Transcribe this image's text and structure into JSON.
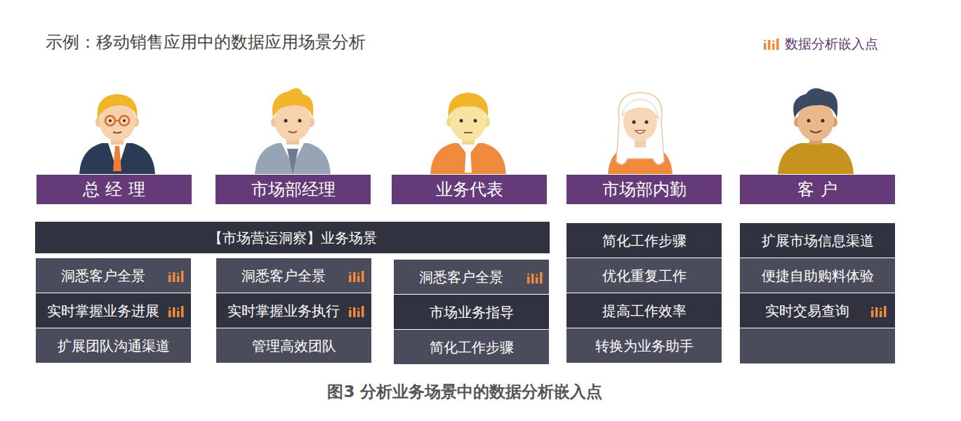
{
  "diagram": {
    "title": "示例：移动销售应用中的数据应用场景分析",
    "caption": "图3 分析业务场景中的数据分析嵌入点",
    "nodes": [
      {
        "text": [
          "总经理"
        ]
      },
      {
        "text": [
          "市场部经理"
        ]
      },
      {
        "text": [
          "业务代表"
        ]
      },
      {
        "text": [
          "市场部内勤"
        ]
      },
      {
        "text": [
          "客户"
        ]
      },
      {
        "text": [
          "【市场营运洞察】业务场景"
        ]
      },
      {
        "text": [
          "简化工作步骤"
        ]
      },
      {
        "text": [
          "扩展市场信息渠道"
        ]
      },
      {
        "text": [
          "洞悉客户全景"
        ]
      },
      {
        "text": [
          "洞悉客户全景"
        ]
      },
      {
        "text": [
          "洞悉客户全景"
        ]
      },
      {
        "text": [
          "优化重复工作"
        ]
      },
      {
        "text": [
          "便捷自助购料体验"
        ]
      },
      {
        "text": [
          "实时掌握业务进展"
        ]
      },
      {
        "text": [
          "实时掌握业务执行"
        ]
      },
      {
        "text": [
          "市场业务指导"
        ]
      },
      {
        "text": [
          "提高工作效率"
        ]
      },
      {
        "text": [
          "实时交易查询"
        ]
      },
      {
        "text": [
          "扩展团队沟通渠道"
        ]
      },
      {
        "text": [
          "管理高效团队"
        ]
      },
      {
        "text": [
          "简化工作步骤"
        ]
      },
      {
        "text": [
          "转换为业务助手"
        ]
      }
    ],
    "legend": [
      {
        "text": "数据分析嵌入点"
      }
    ]
  }
}
